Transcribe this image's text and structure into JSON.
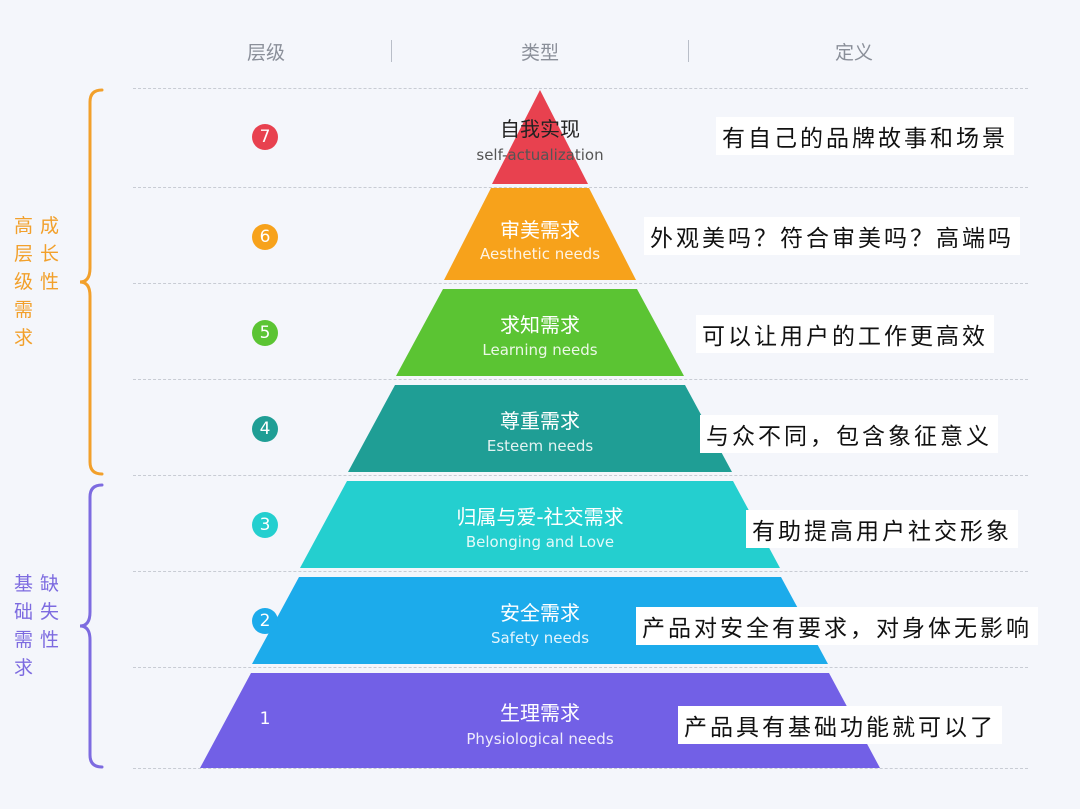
{
  "header": {
    "col_level": "层级",
    "col_type": "类型",
    "col_definition": "定义"
  },
  "groups": [
    {
      "col1": [
        "高",
        "层",
        "级",
        "需",
        "求"
      ],
      "col2": [
        "成",
        "长",
        "性"
      ],
      "color": "#f2a02b"
    },
    {
      "col1": [
        "基",
        "础",
        "需",
        "求"
      ],
      "col2": [
        "缺",
        "失",
        "性"
      ],
      "color": "#7d6be0"
    }
  ],
  "tiers": [
    {
      "level": "7",
      "name": "自我实现",
      "en": "self-actualization",
      "definition": "有自己的品牌故事和场景",
      "color": "#e8414f"
    },
    {
      "level": "6",
      "name": "审美需求",
      "en": "Aesthetic needs",
      "definition": "外观美吗？符合审美吗？高端吗",
      "color": "#f7a21b"
    },
    {
      "level": "5",
      "name": "求知需求",
      "en": "Learning needs",
      "definition": "可以让用户的工作更高效",
      "color": "#5bc433"
    },
    {
      "level": "4",
      "name": "尊重需求",
      "en": "Esteem needs",
      "definition": "与众不同，包含象征意义",
      "color": "#1f9e95"
    },
    {
      "level": "3",
      "name": "归属与爱-社交需求",
      "en": "Belonging and Love",
      "definition": "有助提高用户社交形象",
      "color": "#24cfcf"
    },
    {
      "level": "2",
      "name": "安全需求",
      "en": "Safety needs",
      "definition": "产品对安全有要求，对身体无影响",
      "color": "#1cabeb"
    },
    {
      "level": "1",
      "name": "生理需求",
      "en": "Physiological needs",
      "definition": "产品具有基础功能就可以了",
      "color": "#7260e6"
    }
  ]
}
